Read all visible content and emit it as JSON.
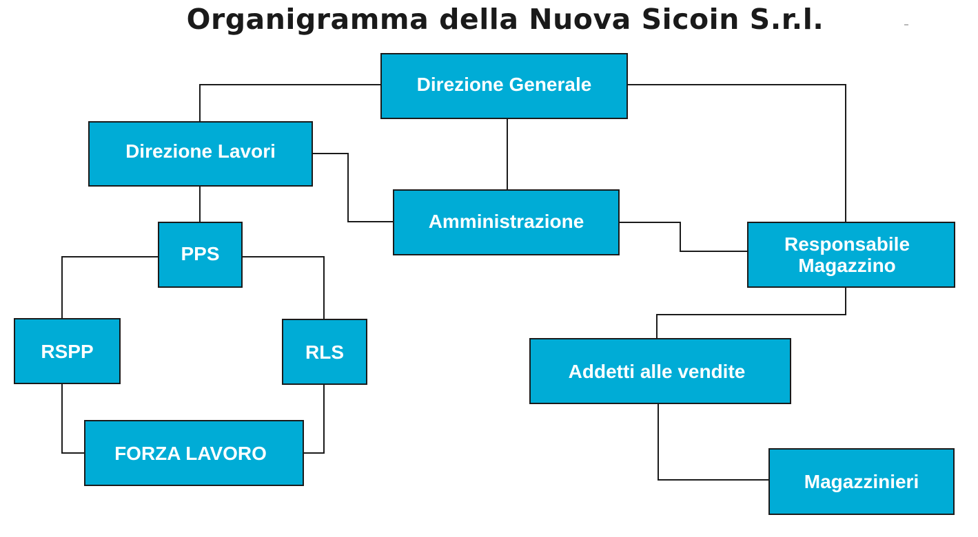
{
  "title": "Organigramma della Nuova Sicoin S.r.l.",
  "colors": {
    "box_fill": "#00acd6",
    "box_border": "#1a1a1a",
    "box_text": "#ffffff",
    "line": "#1a1a1a"
  },
  "nodes": {
    "direzione_generale": "Direzione Generale",
    "direzione_lavori": "Direzione Lavori",
    "amministrazione": "Amministrazione",
    "pps": "PPS",
    "rspp": "RSPP",
    "rls": "RLS",
    "forza_lavoro": "FORZA LAVORO",
    "responsabile_magazzino_line1": "Responsabile",
    "responsabile_magazzino_line2": "Magazzino",
    "addetti_vendite": "Addetti alle vendite",
    "magazzinieri": "Magazzinieri"
  }
}
